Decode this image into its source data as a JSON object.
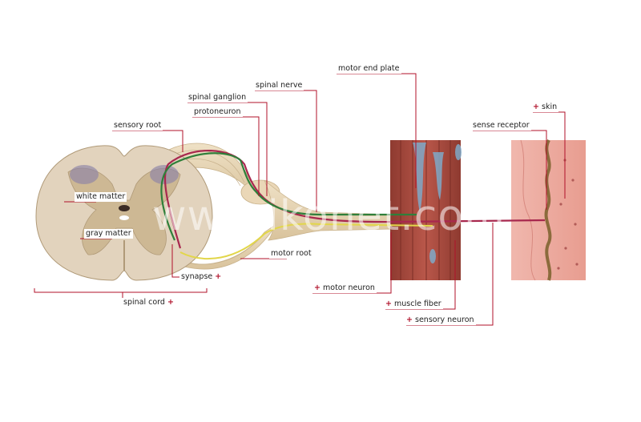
{
  "labels": {
    "motor_end_plate": "motor end plate",
    "spinal_nerve": "spinal nerve",
    "spinal_ganglion": "spinal ganglion",
    "protoneuron": "protoneuron",
    "sensory_root": "sensory root",
    "skin": "skin",
    "sense_receptor": "sense receptor",
    "white_matter": "white matter",
    "gray_matter": "gray matter",
    "motor_root": "motor root",
    "synapse": "synapse",
    "spinal_cord": "spinal cord",
    "motor_neuron": "motor neuron",
    "muscle_fiber": "muscle fiber",
    "sensory_neuron": "sensory neuron"
  },
  "plus_marker": "+",
  "watermark": "www.ikonet.com",
  "colors": {
    "leader_line": "#b0112a",
    "sensory_neuron": "#a8284e",
    "motor_neuron_green": "#2f7f3a",
    "motor_neuron_yellow": "#e2d64a",
    "gray_matter": "#d8c7a8",
    "white_matter": "#efe6d6",
    "muscle": "#a8463c",
    "skin": "#e8a49a"
  }
}
